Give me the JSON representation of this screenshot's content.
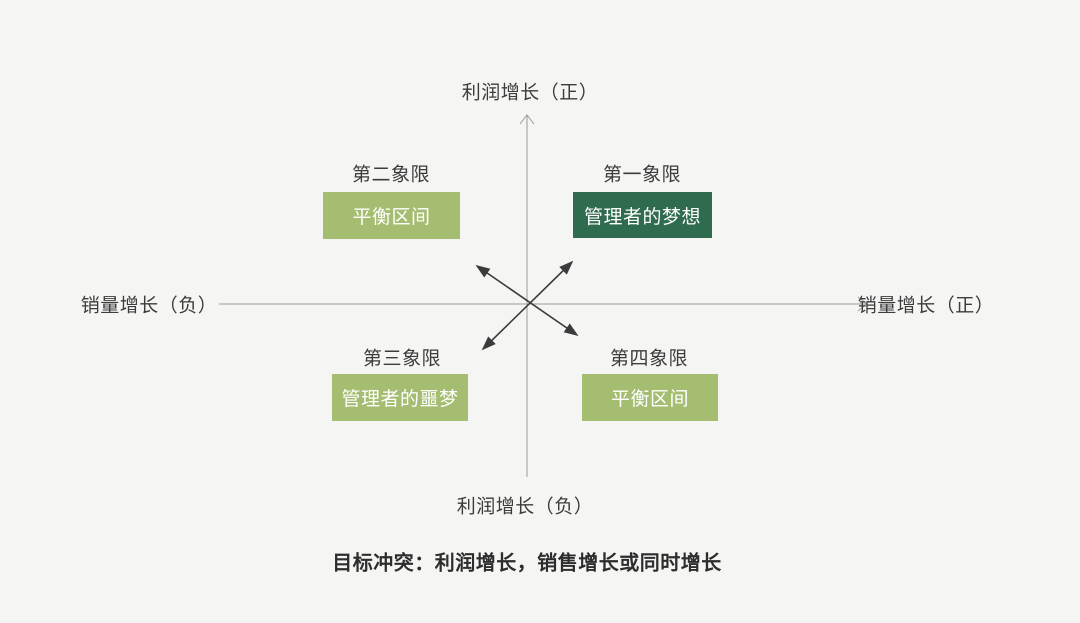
{
  "colors": {
    "bg": "#f5f5f3",
    "light_green": "#a4bd70",
    "dark_green": "#2f6b4e",
    "label_text": "#3c3c3c",
    "caption_text": "#2d2d2d",
    "box_text": "#ffffff",
    "axis": "#9c9c9c",
    "arrow": "#3b3b3b"
  },
  "axes": {
    "top": "利润增长（正）",
    "bottom": "利润增长（负）",
    "left": "销量增长（负）",
    "right": "销量增长（正）"
  },
  "quadrants": {
    "q1": {
      "label": "第一象限",
      "box": "管理者的梦想",
      "tone": "dark"
    },
    "q2": {
      "label": "第二象限",
      "box": "平衡区间",
      "tone": "light"
    },
    "q3": {
      "label": "第三象限",
      "box": "管理者的噩梦",
      "tone": "light"
    },
    "q4": {
      "label": "第四象限",
      "box": "平衡区间",
      "tone": "light"
    }
  },
  "caption": "目标冲突：利润增长，销售增长或同时增长"
}
